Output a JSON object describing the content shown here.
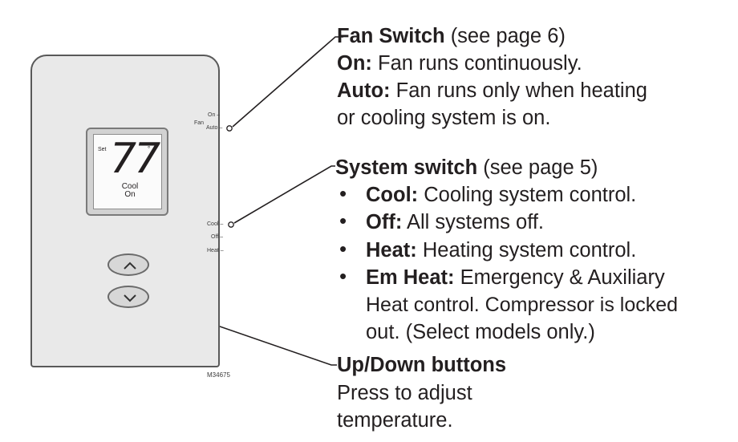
{
  "device": {
    "set_label": "Set",
    "temperature": "77",
    "degree_symbol": "°",
    "mode": "Cool",
    "state": "On",
    "fan_group_label": "Fan",
    "fan_on": "On –",
    "fan_auto": "Auto –",
    "system_cool": "Cool –",
    "system_off": "Off –",
    "system_heat": "Heat –",
    "model_number": "M34675"
  },
  "callouts": {
    "fan_switch": {
      "title": "Fan Switch",
      "ref": " (see page 6)",
      "on_label": "On:",
      "on_text": " Fan runs continuously.",
      "auto_label": "Auto:",
      "auto_text": " Fan runs only when heating",
      "auto_text2": "or cooling system is on."
    },
    "system_switch": {
      "title": "System switch",
      "ref": " (see page 5)",
      "bullet": "•",
      "items": [
        {
          "label": "Cool:",
          "text": " Cooling system control."
        },
        {
          "label": "Off:",
          "text": " All systems off."
        },
        {
          "label": "Heat:",
          "text": " Heating system control."
        },
        {
          "label": "Em Heat:",
          "text": " Emergency & Auxiliary"
        }
      ],
      "em_cont1": "Heat control. Compressor is locked",
      "em_cont2": "out. (Select models only.)"
    },
    "buttons": {
      "title": "Up/Down buttons",
      "text1": "Press to adjust",
      "text2": "temperature."
    }
  },
  "colors": {
    "outline": "#595959",
    "body": "#e9e9e9",
    "text": "#231f20"
  }
}
